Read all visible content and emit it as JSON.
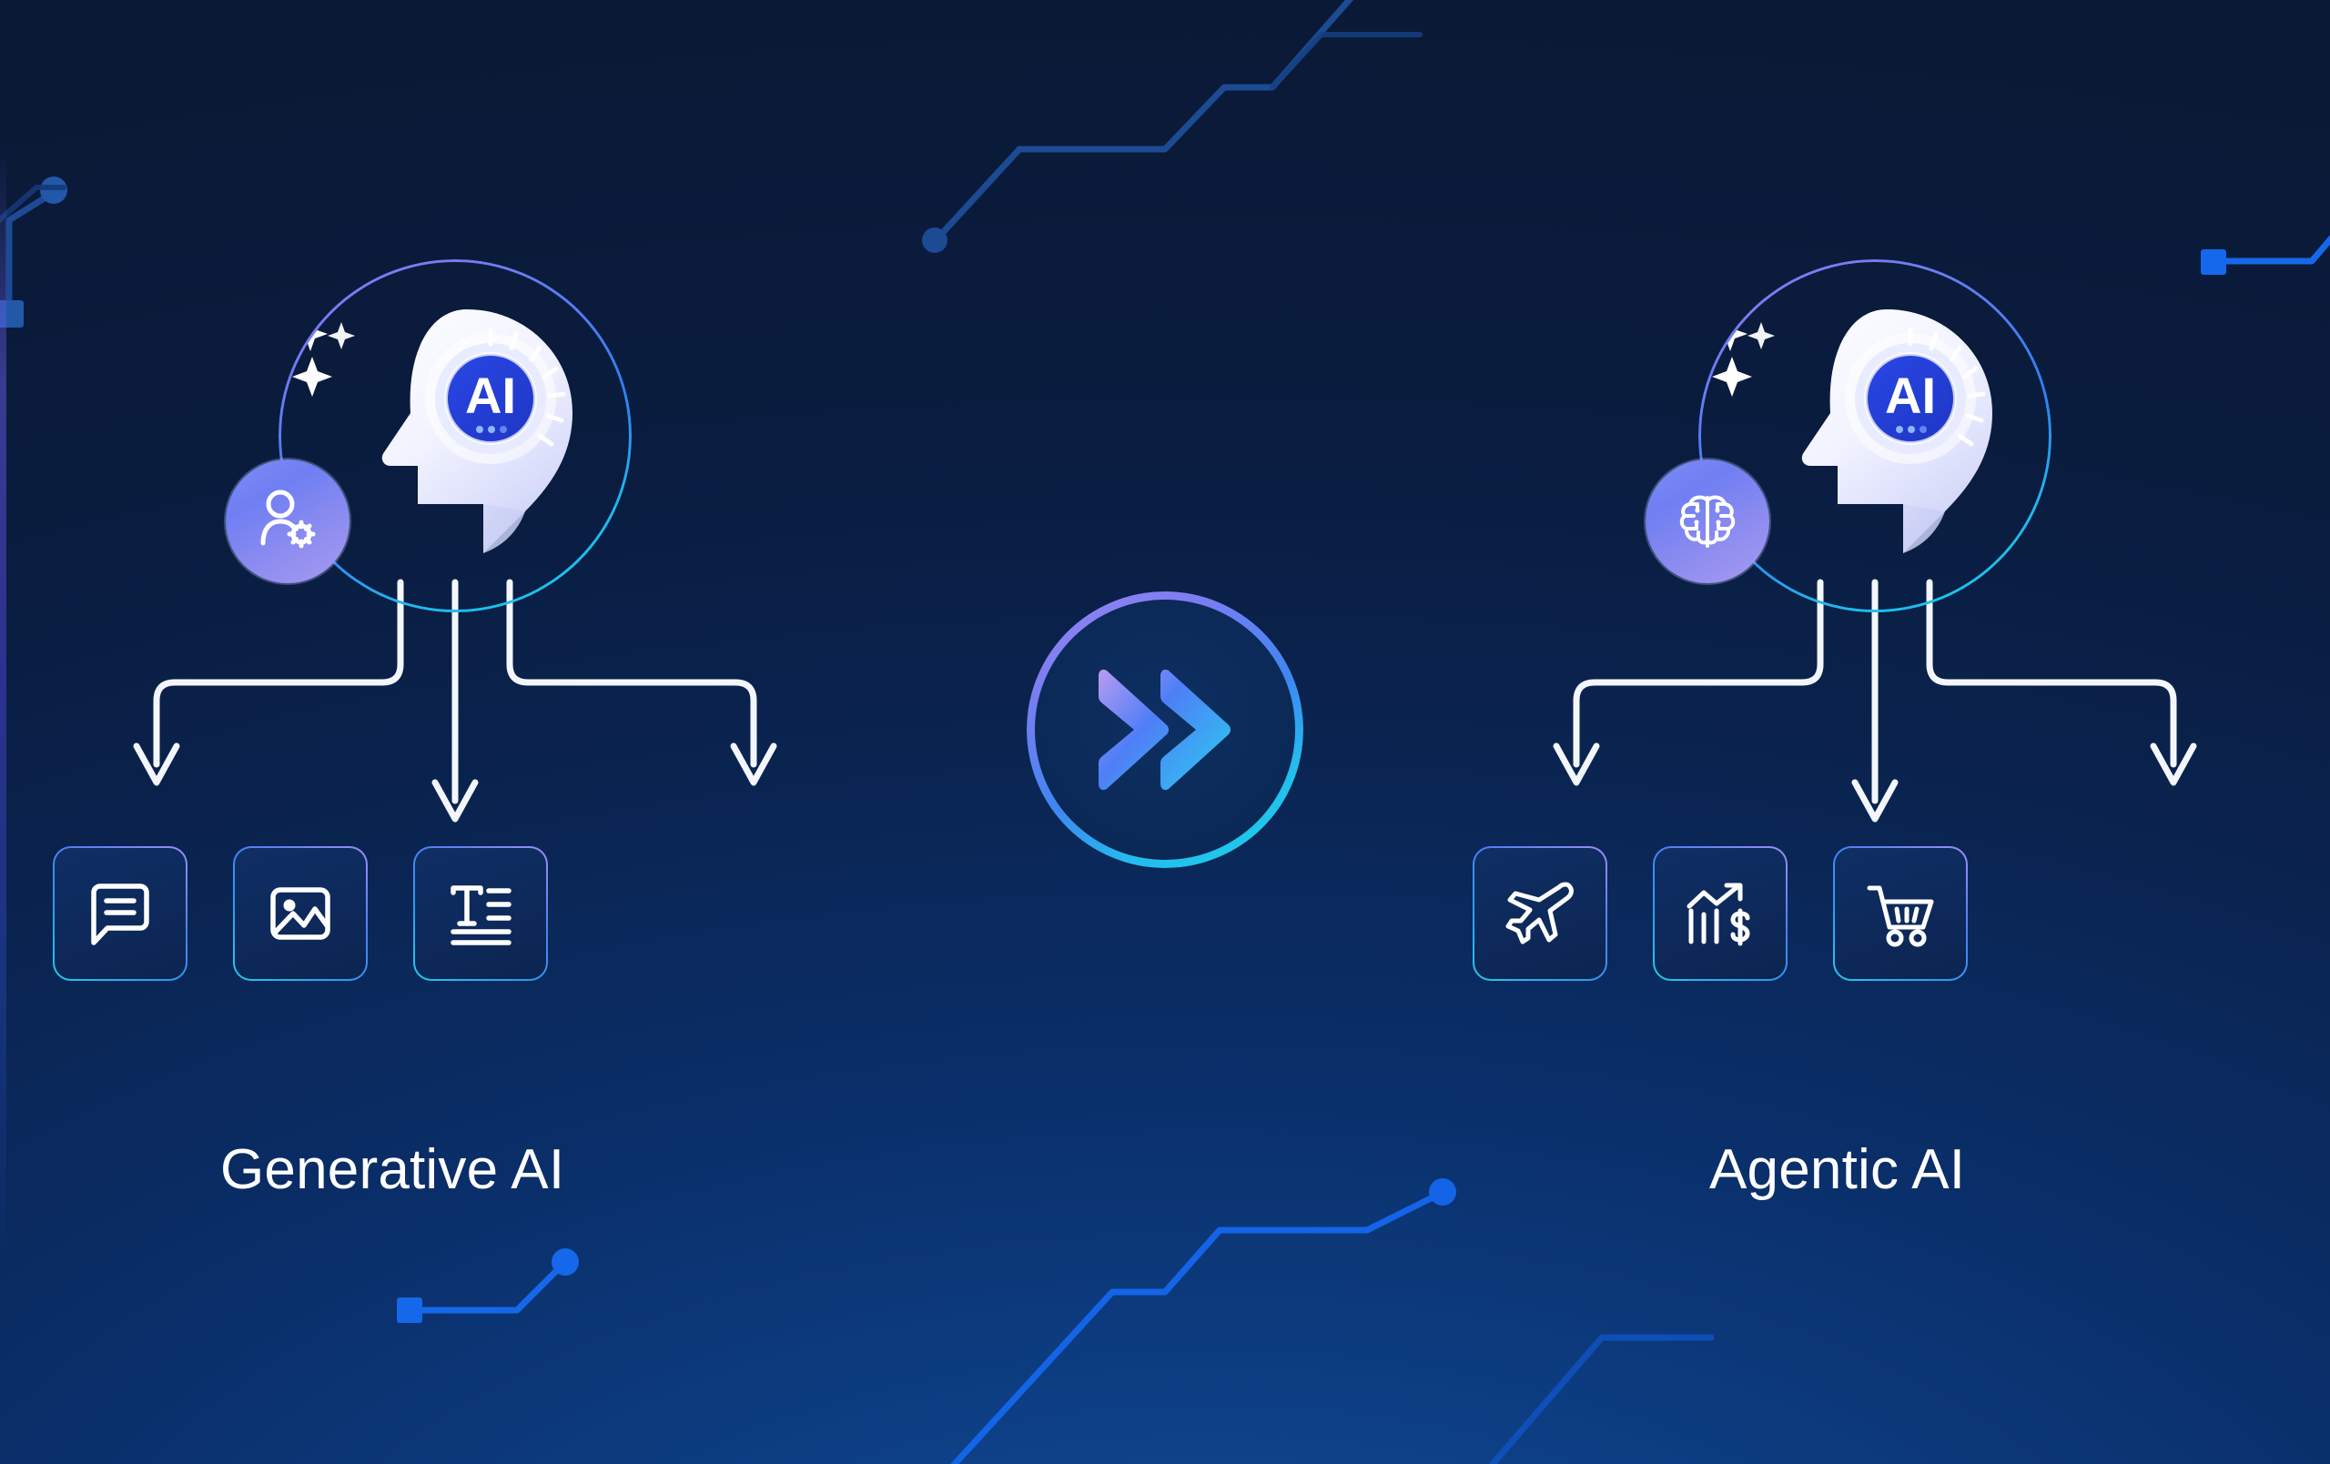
{
  "graphic": {
    "kind": "comparison-infographic",
    "background_colors": {
      "deep_navy": "#0a1935",
      "mid_blue": "#0a2e68",
      "glow_blue": "#12539e"
    },
    "accent_colors": {
      "cyan": "#23c9ea",
      "blue": "#2f7df2",
      "violet": "#9a86f3",
      "ai_badge_blue": "#2346e0",
      "white": "#ffffff"
    }
  },
  "left_branch": {
    "label": "Generative AI",
    "hub": {
      "name": "ai-head-hub",
      "chip_text": "AI",
      "badge_icon": "user-settings-icon",
      "sparkle_icon": "sparkles-icon"
    },
    "cards": [
      {
        "icon": "chat-bubble-icon",
        "name": "card-chat"
      },
      {
        "icon": "image-icon",
        "name": "card-image"
      },
      {
        "icon": "text-format-icon",
        "name": "card-text"
      }
    ]
  },
  "center": {
    "name": "transition-arrow-node",
    "icon": "double-chevron-right-icon"
  },
  "right_branch": {
    "label": "Agentic AI",
    "hub": {
      "name": "ai-head-hub",
      "chip_text": "AI",
      "badge_icon": "brain-icon",
      "sparkle_icon": "sparkles-icon"
    },
    "cards": [
      {
        "icon": "airplane-icon",
        "name": "card-travel"
      },
      {
        "icon": "growth-chart-dollar-icon",
        "name": "card-finance"
      },
      {
        "icon": "shopping-cart-icon",
        "name": "card-shopping"
      }
    ]
  },
  "decor": {
    "circuit_traces": [
      {
        "name": "circuit-top-center",
        "terminal": "dot"
      },
      {
        "name": "circuit-left-edge",
        "terminal": "dot-and-square"
      },
      {
        "name": "circuit-top-right",
        "terminal": "square"
      },
      {
        "name": "circuit-bottom-left",
        "terminal": "dot-and-square"
      },
      {
        "name": "circuit-bottom-center",
        "terminal": "dot"
      },
      {
        "name": "circuit-bottom-right",
        "terminal": "dot"
      }
    ]
  }
}
